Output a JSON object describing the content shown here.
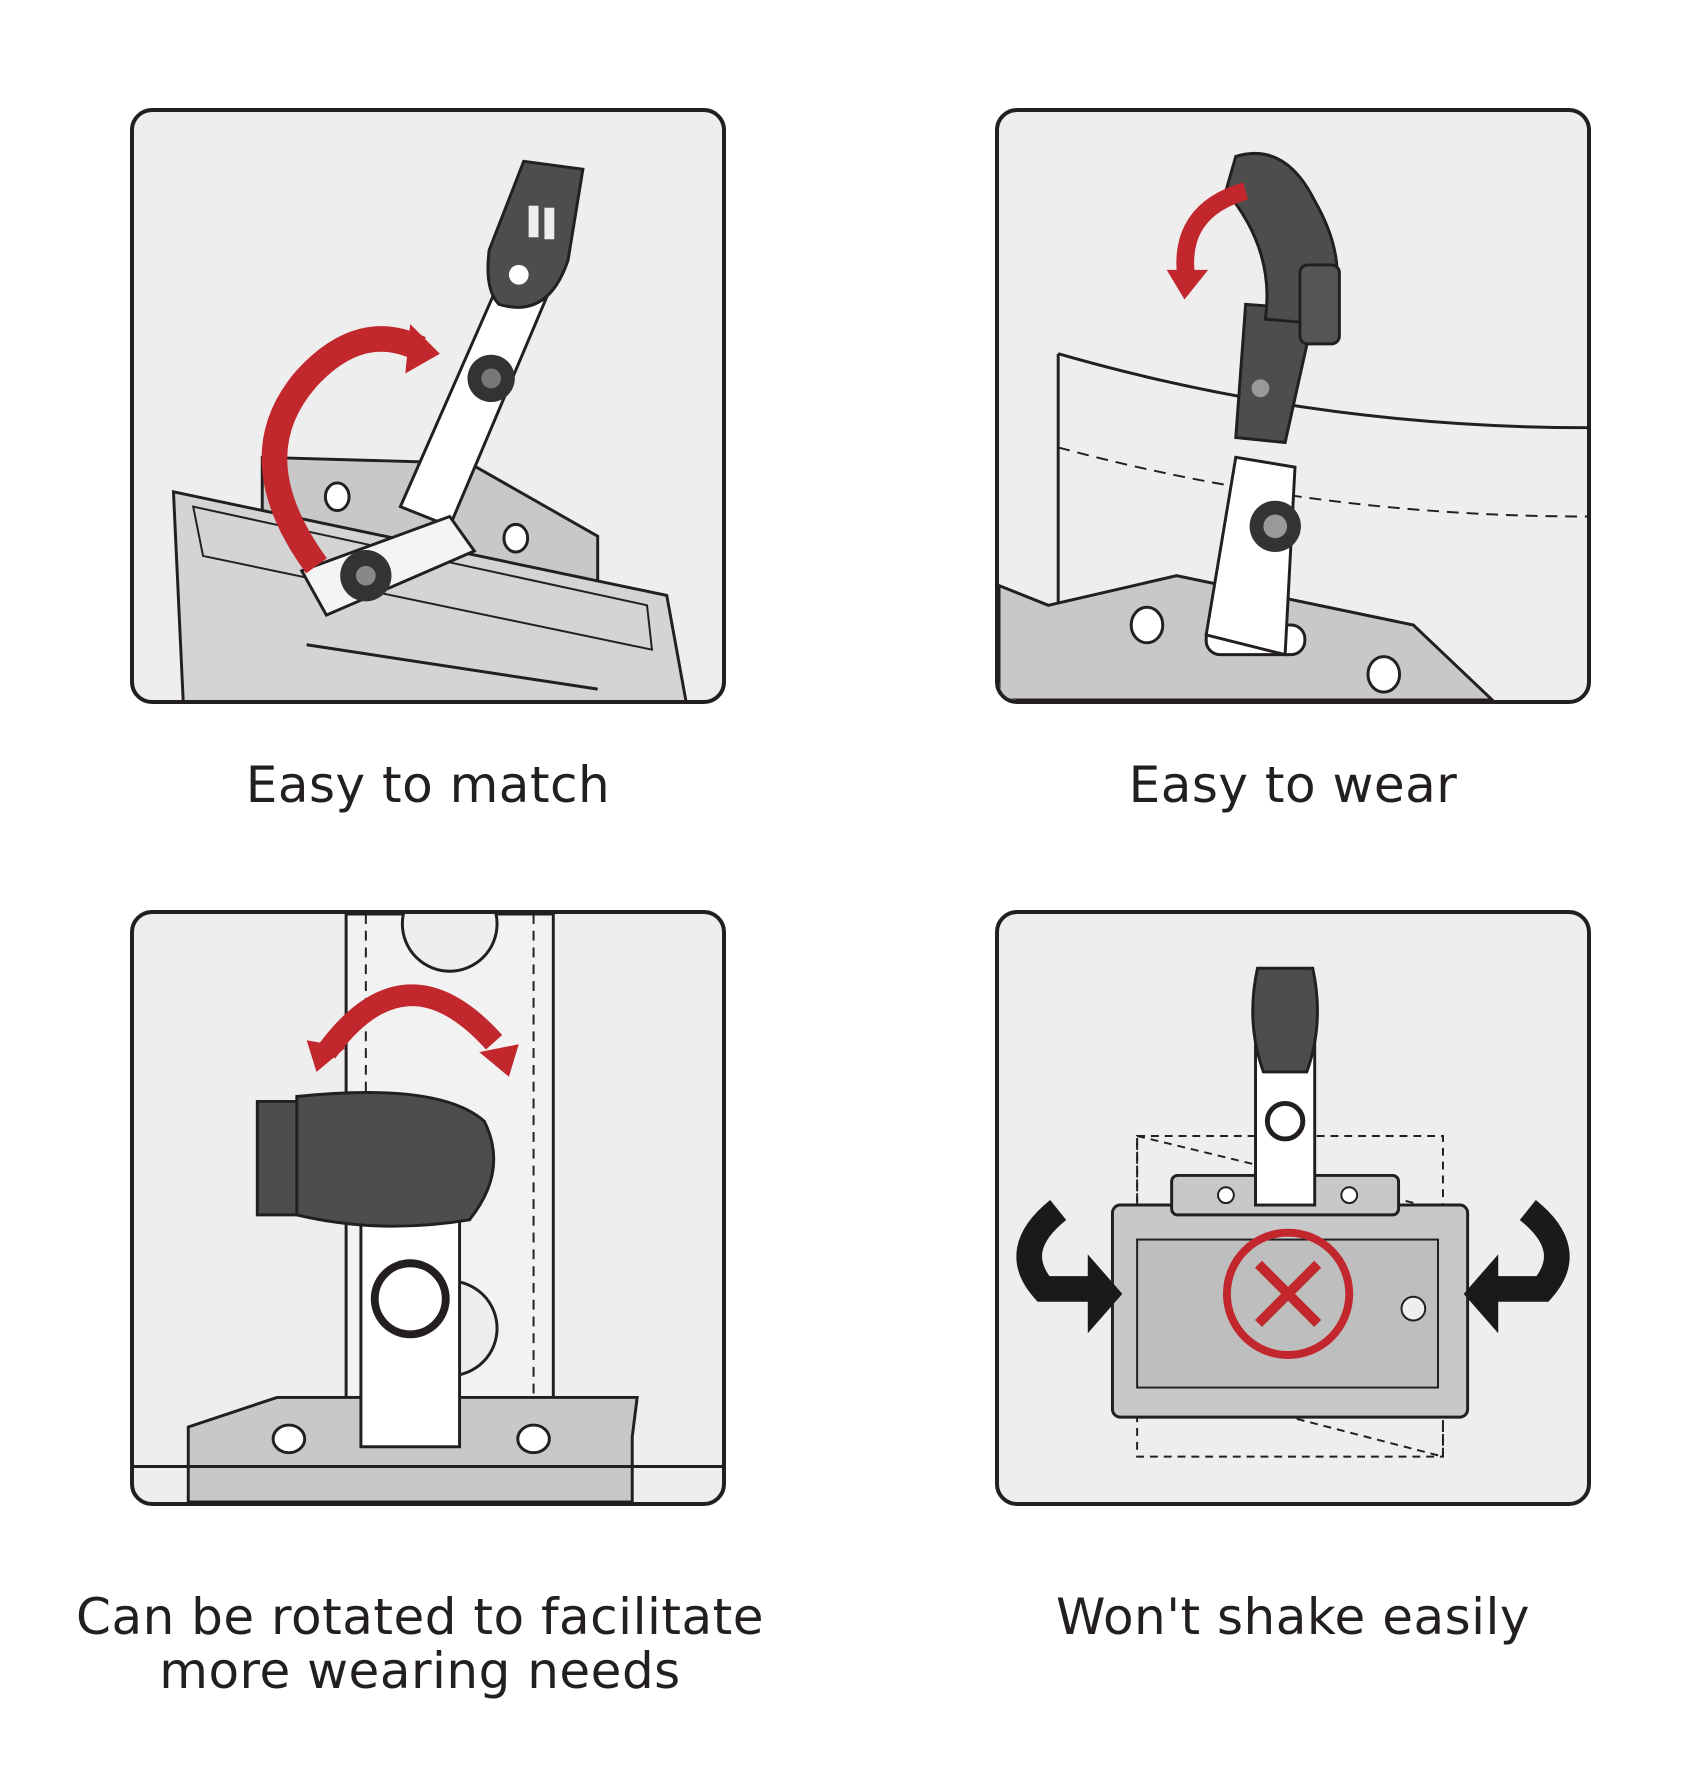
{
  "colors": {
    "panel_background": "#eeeeee",
    "panel_border": "#231f20",
    "holder_gray": "#c8c8c8",
    "clip_dark": "#4d4d4d",
    "arrow_red": "#c1272d",
    "arrow_black": "#1a1a1a"
  },
  "panels": [
    {
      "caption": "Easy to match",
      "icons": [
        "badge-holder-icon",
        "strap-clip-icon",
        "rotate-arrow-icon"
      ]
    },
    {
      "caption": "Easy to wear",
      "icons": [
        "clip-on-pocket-icon",
        "rotate-arrow-icon"
      ]
    },
    {
      "caption": "Can be rotated to facilitate\nmore wearing needs",
      "caption_lines": [
        "Can be rotated to facilitate",
        "more wearing needs"
      ],
      "icons": [
        "swivel-clip-icon",
        "double-arrow-icon"
      ]
    },
    {
      "caption": "Won't shake easily",
      "icons": [
        "card-holder-icon",
        "no-shake-x-icon",
        "inward-arrows-icon"
      ]
    }
  ]
}
